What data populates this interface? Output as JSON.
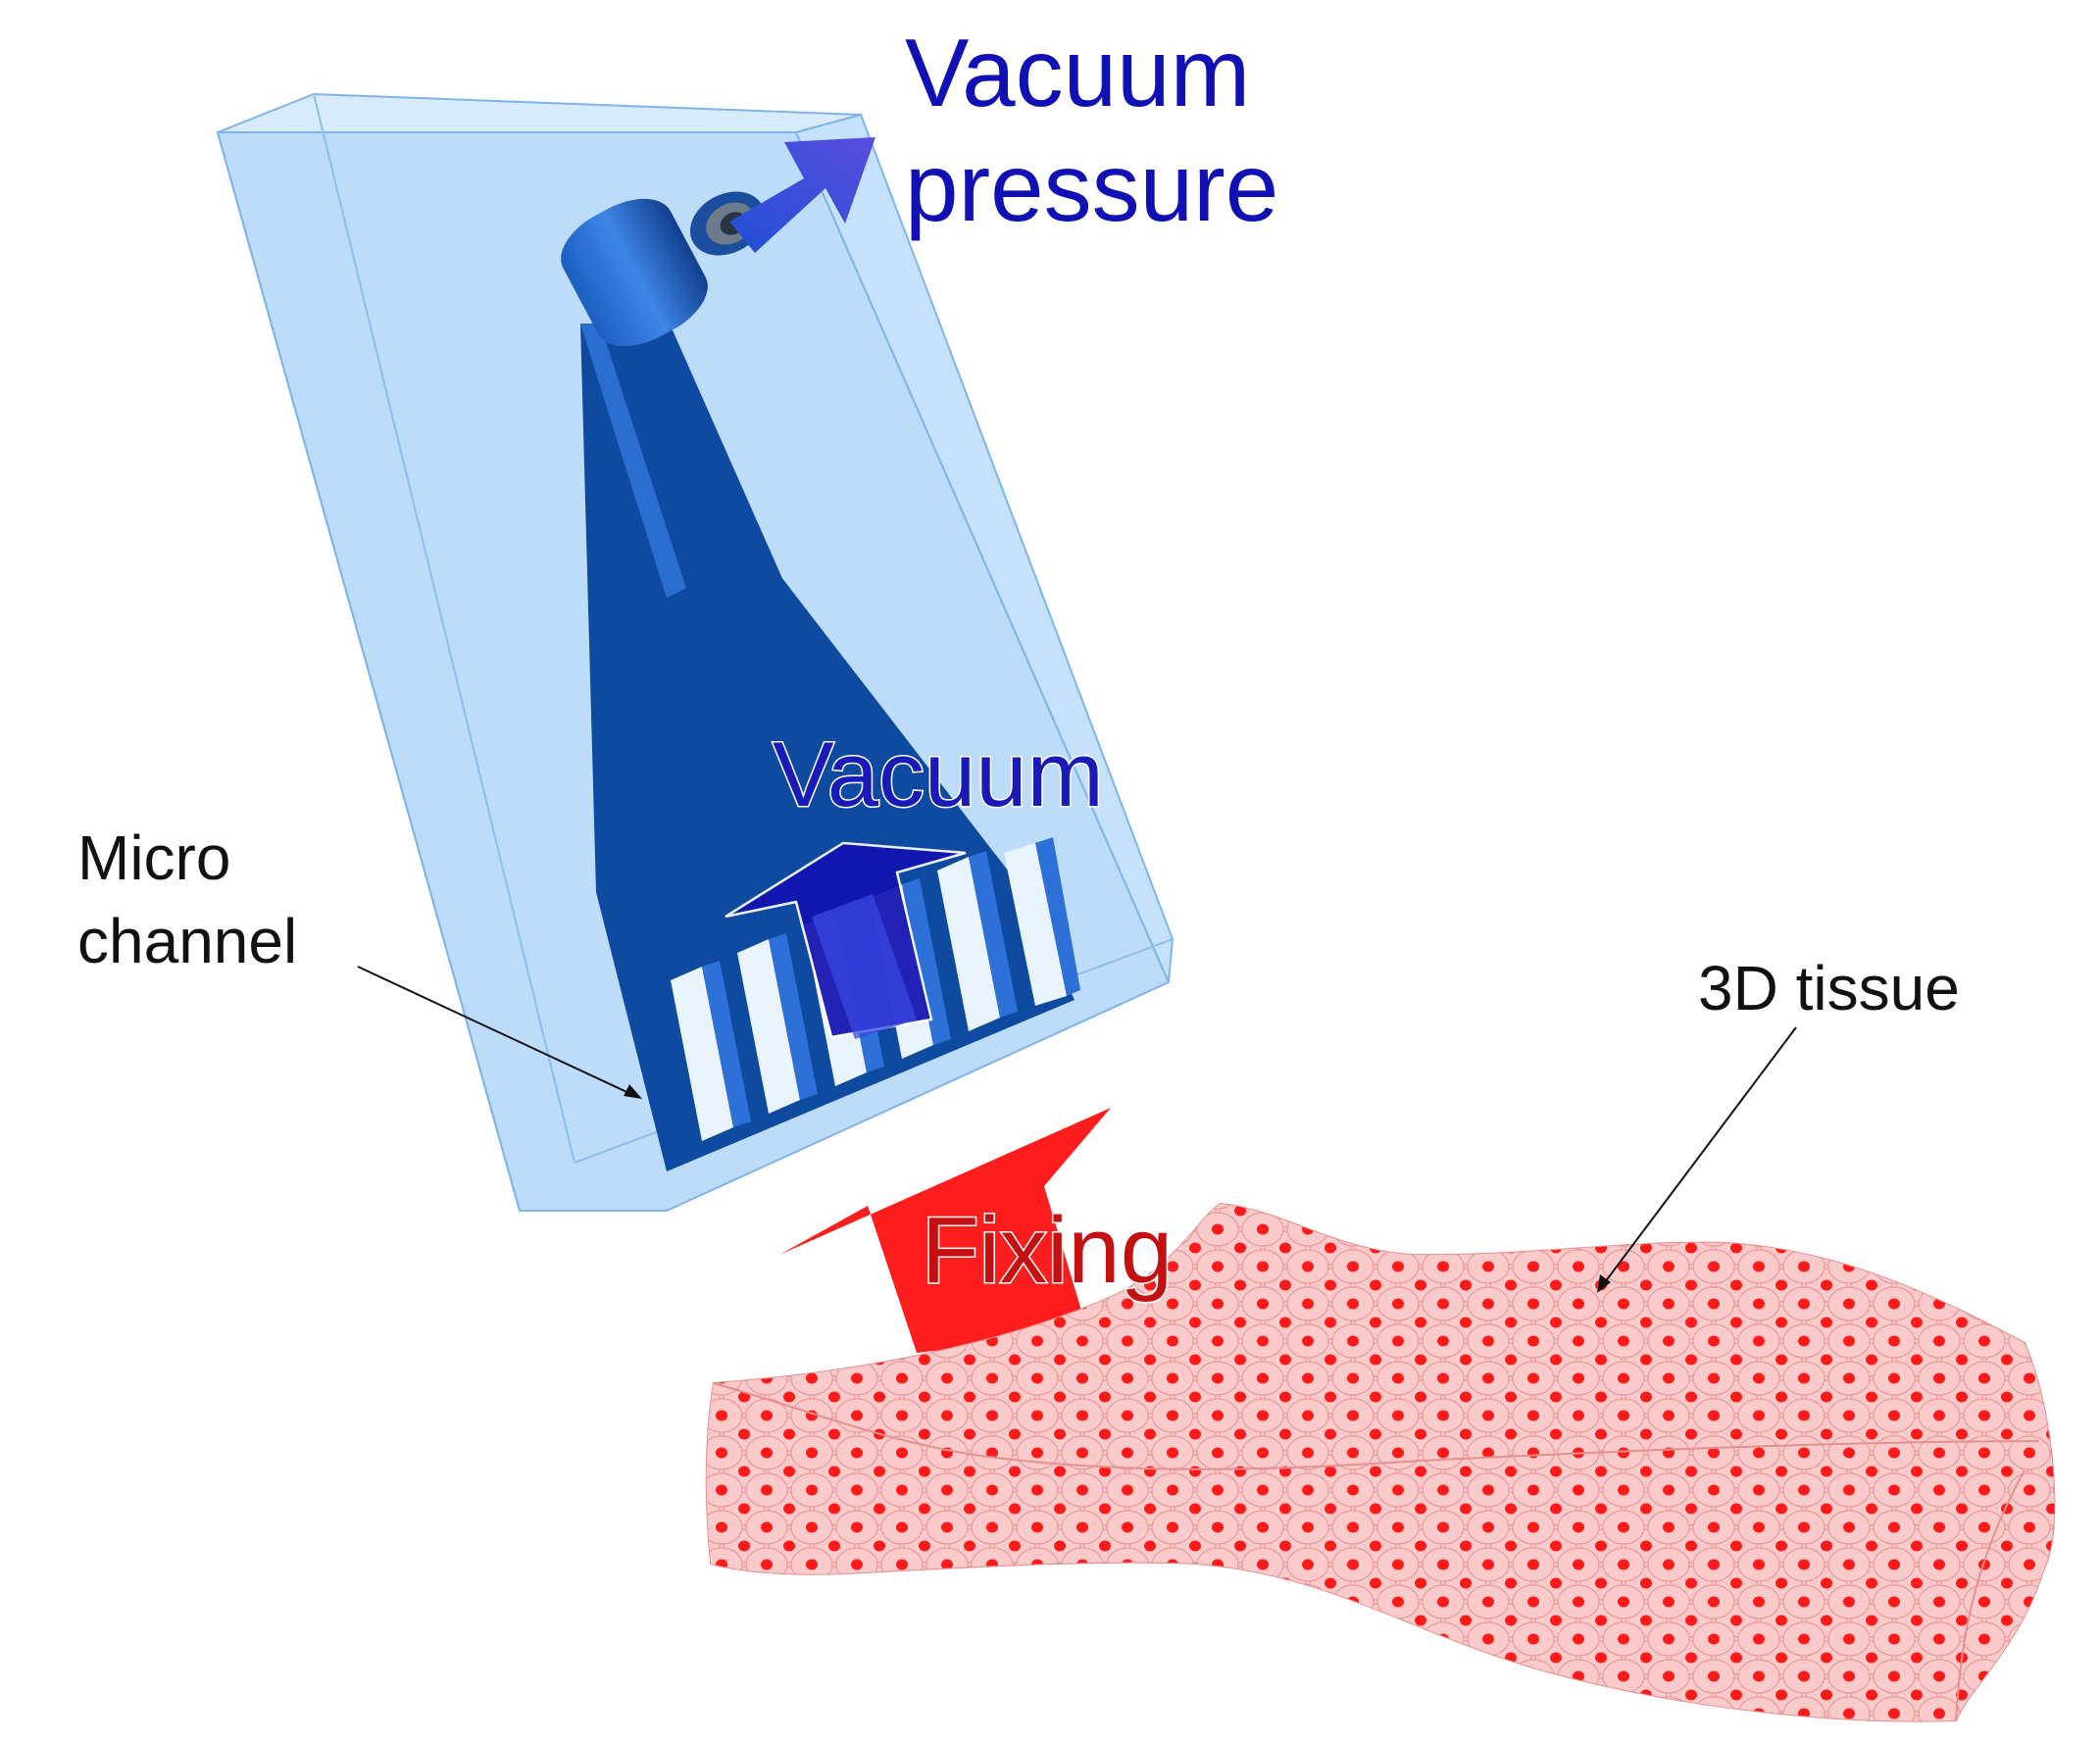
{
  "labels": {
    "vacuum_pressure_line1": "Vacuum",
    "vacuum_pressure_line2": "pressure",
    "vacuum": "Vacuum",
    "micro_channel_line1": "Micro",
    "micro_channel_line2": "channel",
    "tissue": "3D tissue",
    "fixing": "Fixing"
  },
  "colors": {
    "device_body": "#bcdcfa",
    "channel": "#0e4aa0",
    "outlet_arrow": "#3f3fd8",
    "vacuum_arrow": "#1212b0",
    "fixing_arrow": "#ff1d1d",
    "tissue_fill": "#fbc9c9",
    "cell_nucleus": "#ff1a1a"
  }
}
